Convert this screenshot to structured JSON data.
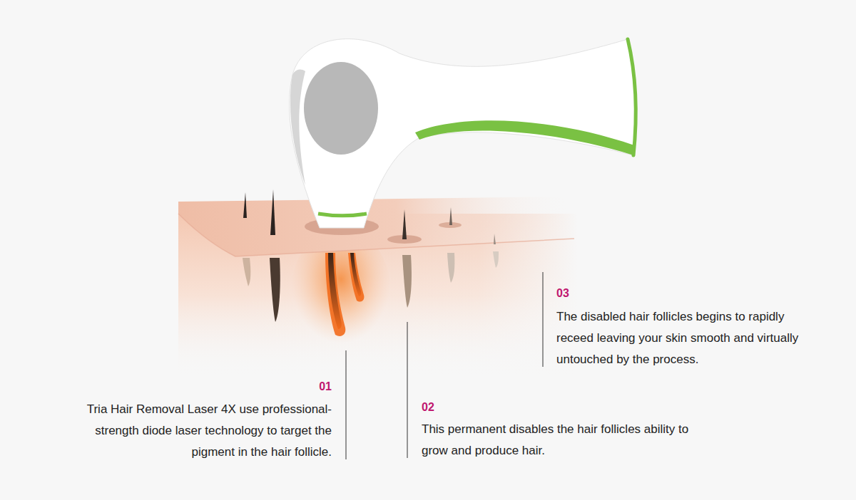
{
  "diagram": {
    "labels": [
      "01",
      "Tria Hair Removal Laser 4X use professional-strength diode laser technology to target the pigment in the hair follicle.",
      "02",
      "This permanent disables the hair follicles ability to grow and produce hair.",
      "03",
      "The disabled hair follicles begins to rapidly receed leaving your skin smooth and virtually untouched by the process."
    ]
  }
}
